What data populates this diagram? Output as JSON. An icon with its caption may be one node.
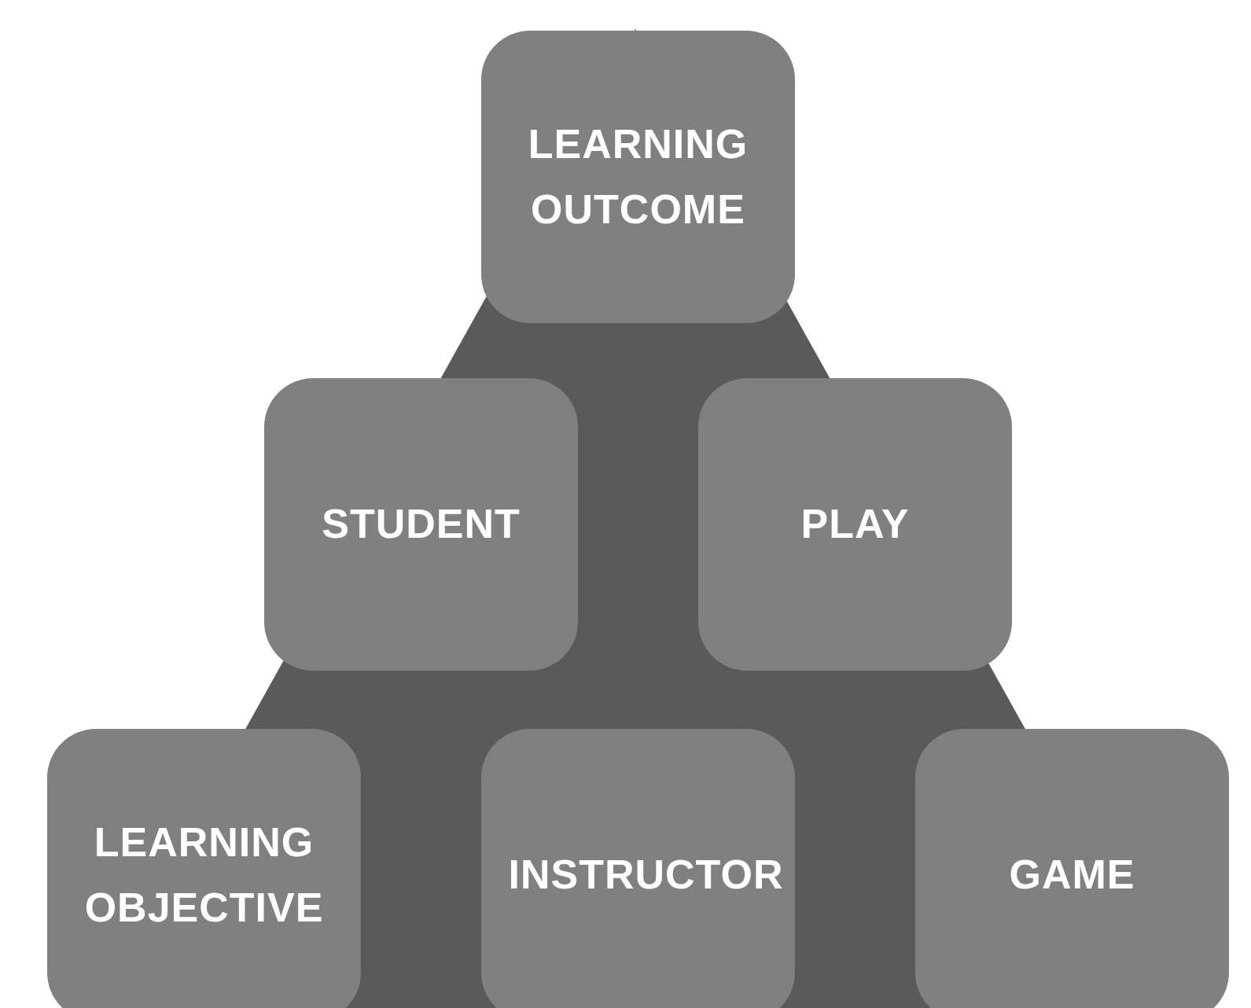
{
  "diagram": {
    "nodes": [
      {
        "text": [
          "LEARNING OUTCOME"
        ]
      },
      {
        "text": [
          "STUDENT"
        ]
      },
      {
        "text": [
          "PLAY"
        ]
      },
      {
        "text": [
          "LEARNING OBJECTIVE"
        ]
      },
      {
        "text": [
          "INSTRUCTOR"
        ]
      },
      {
        "text": [
          "GAME"
        ]
      }
    ],
    "edges": []
  }
}
